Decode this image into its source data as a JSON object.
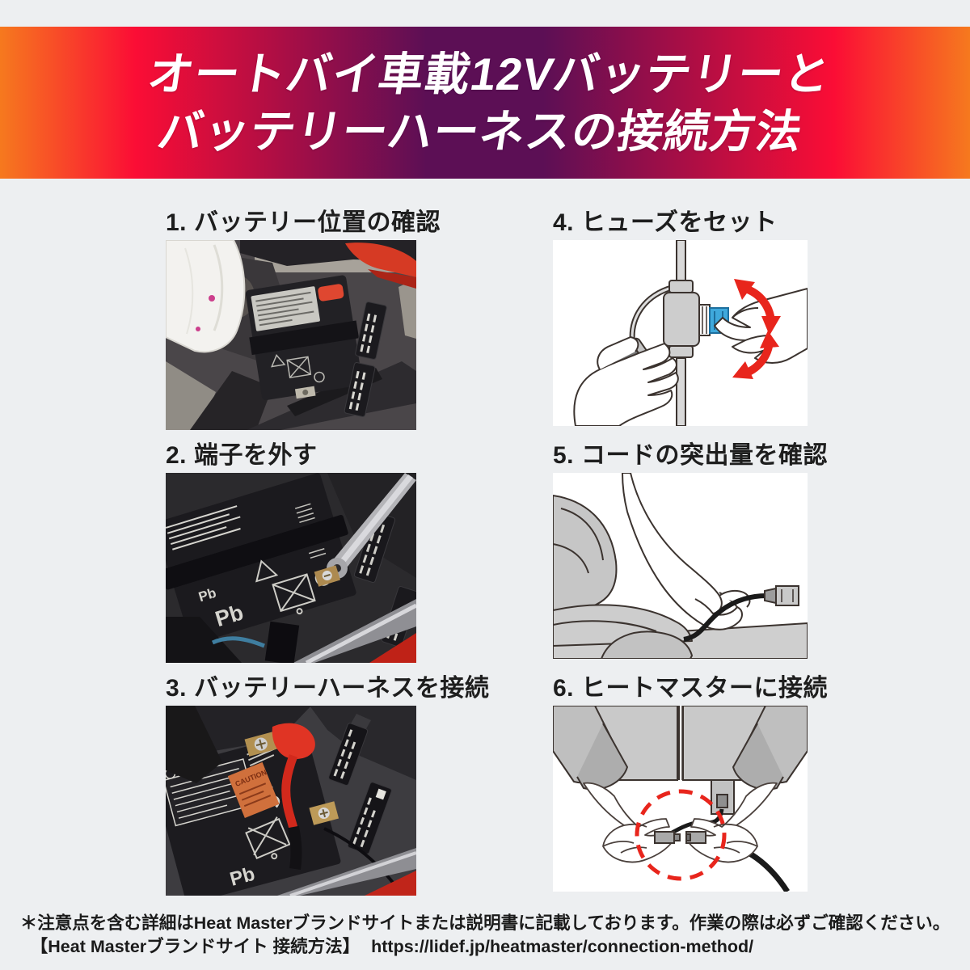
{
  "header": {
    "title_line1": "オートバイ車載12Vバッテリーと",
    "title_line2": "バッテリーハーネスの接続方法"
  },
  "steps": [
    {
      "number": "1.",
      "label": "バッテリー位置の確認"
    },
    {
      "number": "2.",
      "label": "端子を外す"
    },
    {
      "number": "3.",
      "label": "バッテリーハーネスを接続"
    },
    {
      "number": "4.",
      "label": "ヒューズをセット"
    },
    {
      "number": "5.",
      "label": "コードの突出量を確認"
    },
    {
      "number": "6.",
      "label": "ヒートマスターに接続"
    }
  ],
  "photo_text": {
    "battery_marking_small": "Pb",
    "battery_marking_large": "Pb",
    "caution_label": "CAUTION"
  },
  "footer": {
    "line1": "＊注意点を含む詳細はHeat Masterブランドサイトまたは説明書に記載しております。作業の際は必ずご確認ください。",
    "line2_bracket": "【Heat Masterブランドサイト 接続方法】",
    "line2_url": "https://lidef.jp/heatmaster/connection-method/"
  },
  "colors": {
    "background": "#edeff1",
    "banner_gradient": [
      "#f6791e",
      "#fb0d35",
      "#5c0f55",
      "#fb0d35",
      "#f6791e"
    ],
    "title_text": "#ffffff",
    "step_text": "#1e1e1e",
    "accent_red": "#e8251c",
    "fuse_blue": "#3fa9dc"
  }
}
